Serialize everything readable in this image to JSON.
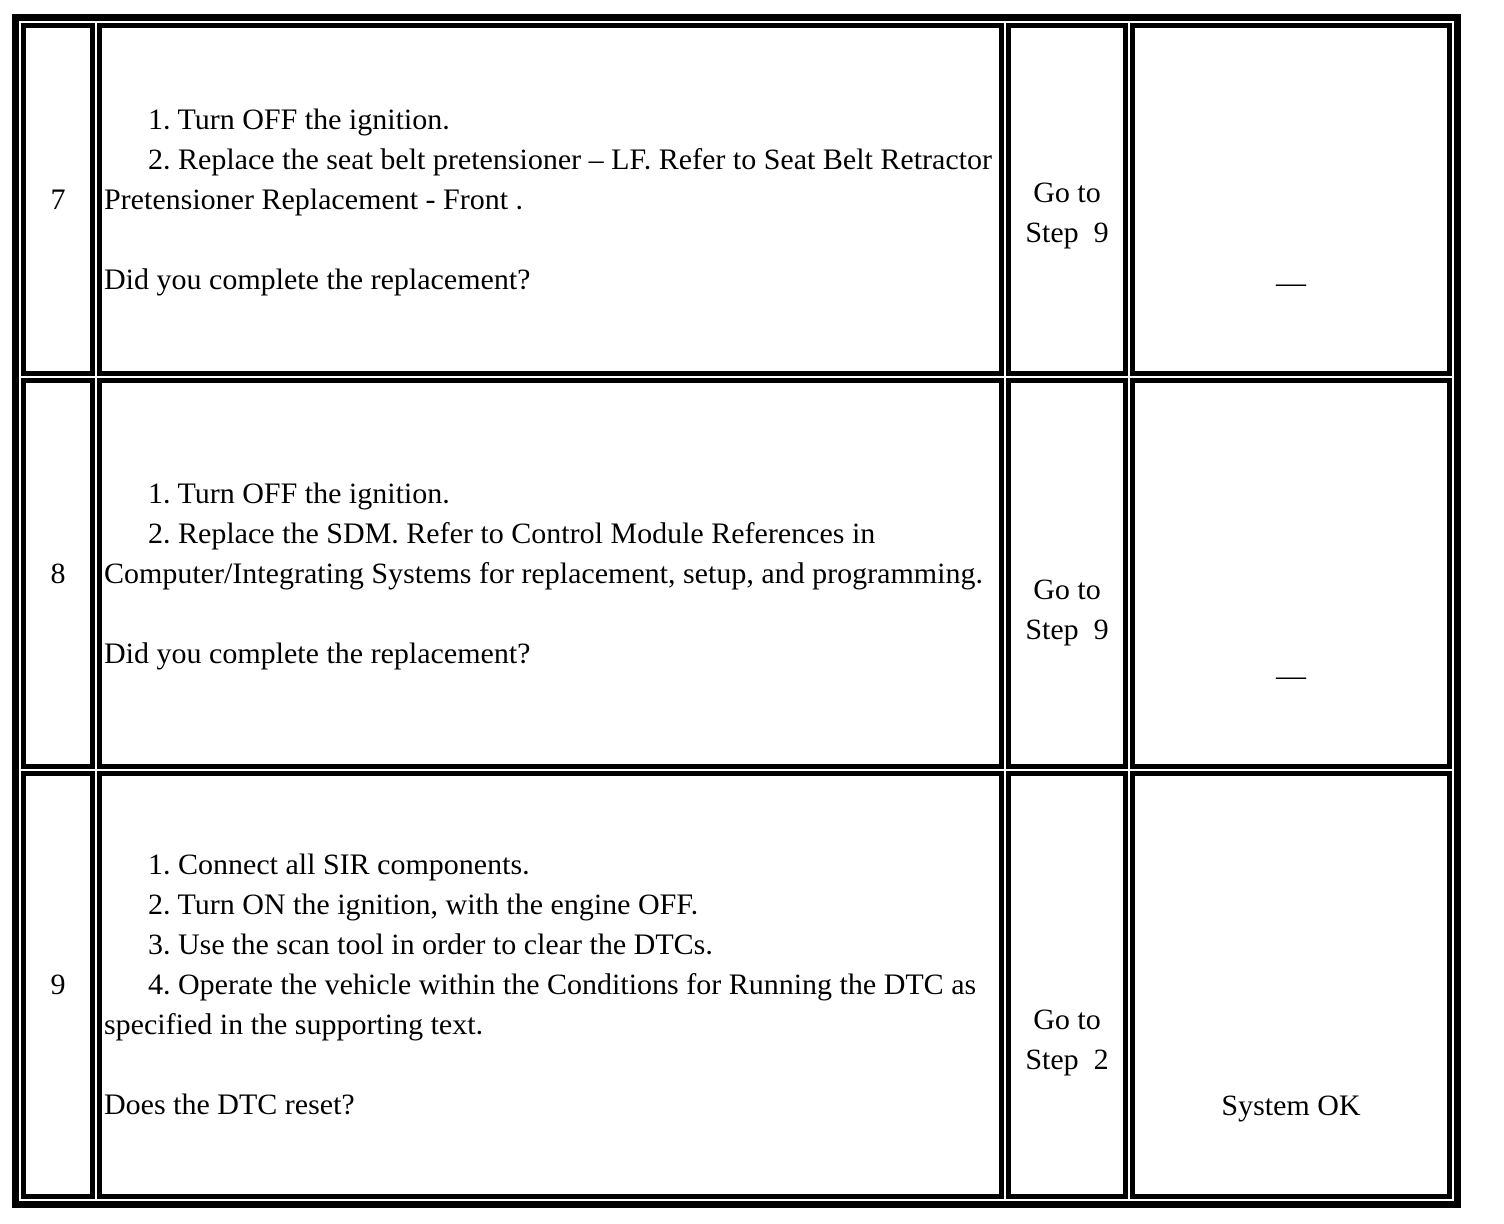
{
  "page": {
    "background_color": "#ffffff",
    "text_color": "#000000",
    "border_color": "#000000"
  },
  "table": {
    "rows": [
      {
        "step": "7",
        "action_items": [
          "1. Turn OFF the ignition.",
          "2. Replace the seat belt pretensioner – LF. Refer to Seat Belt Retractor Pretensioner Replacement - Front ."
        ],
        "question": "Did you complete the replacement?",
        "yes": "Go to\nStep  9",
        "no": "—"
      },
      {
        "step": "8",
        "action_items": [
          "1. Turn OFF the ignition.",
          "2. Replace the SDM. Refer to Control Module References in Computer/Integrating Systems for replacement, setup, and programming."
        ],
        "question": "Did you complete the replacement?",
        "yes": "Go to\nStep  9",
        "no": "—"
      },
      {
        "step": "9",
        "action_items": [
          "1. Connect all SIR components.",
          "2. Turn ON the ignition, with the engine OFF.",
          "3. Use the scan tool in order to clear the DTCs.",
          "4. Operate the vehicle within the Conditions for Running the DTC as specified in the supporting text."
        ],
        "question": "Does the DTC reset?",
        "yes": "Go to\nStep  2",
        "no": "System OK"
      }
    ]
  }
}
